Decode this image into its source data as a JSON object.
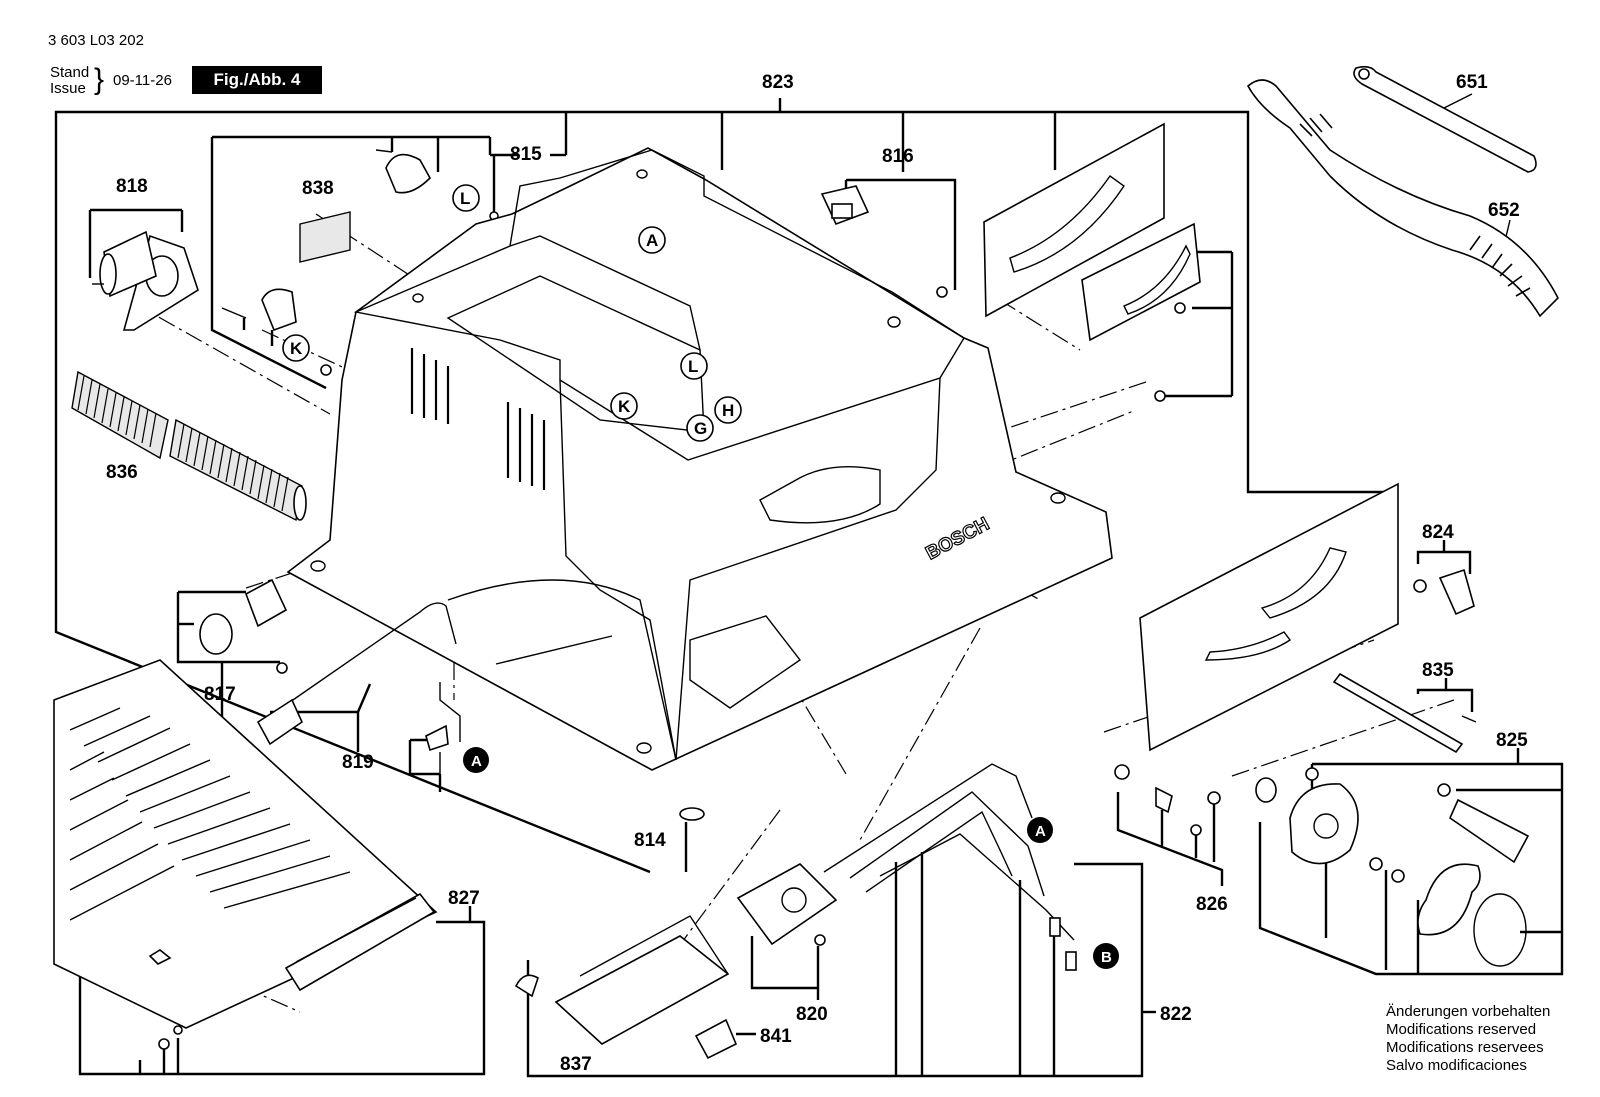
{
  "header": {
    "doc_number": "3 603 L03 202",
    "stand_label": "Stand",
    "issue_label": "Issue",
    "brace": "}",
    "date": "09-11-26",
    "figure": "Fig./Abb. 4"
  },
  "brand_label": "BOSCH",
  "part_numbers": {
    "p651": "651",
    "p652": "652",
    "p814": "814",
    "p815": "815",
    "p816": "816",
    "p817": "817",
    "p818": "818",
    "p819": "819",
    "p820": "820",
    "p822": "822",
    "p823": "823",
    "p824": "824",
    "p825": "825",
    "p826": "826",
    "p827": "827",
    "p835": "835",
    "p836": "836",
    "p837": "837",
    "p838": "838",
    "p841": "841"
  },
  "markers": {
    "a": "A",
    "g": "G",
    "h": "H",
    "k": "K",
    "l": "L",
    "b": "B"
  },
  "notes": [
    "Änderungen vorbehalten",
    "Modifications reserved",
    "Modifications reservees",
    "Salvo modificaciones"
  ]
}
